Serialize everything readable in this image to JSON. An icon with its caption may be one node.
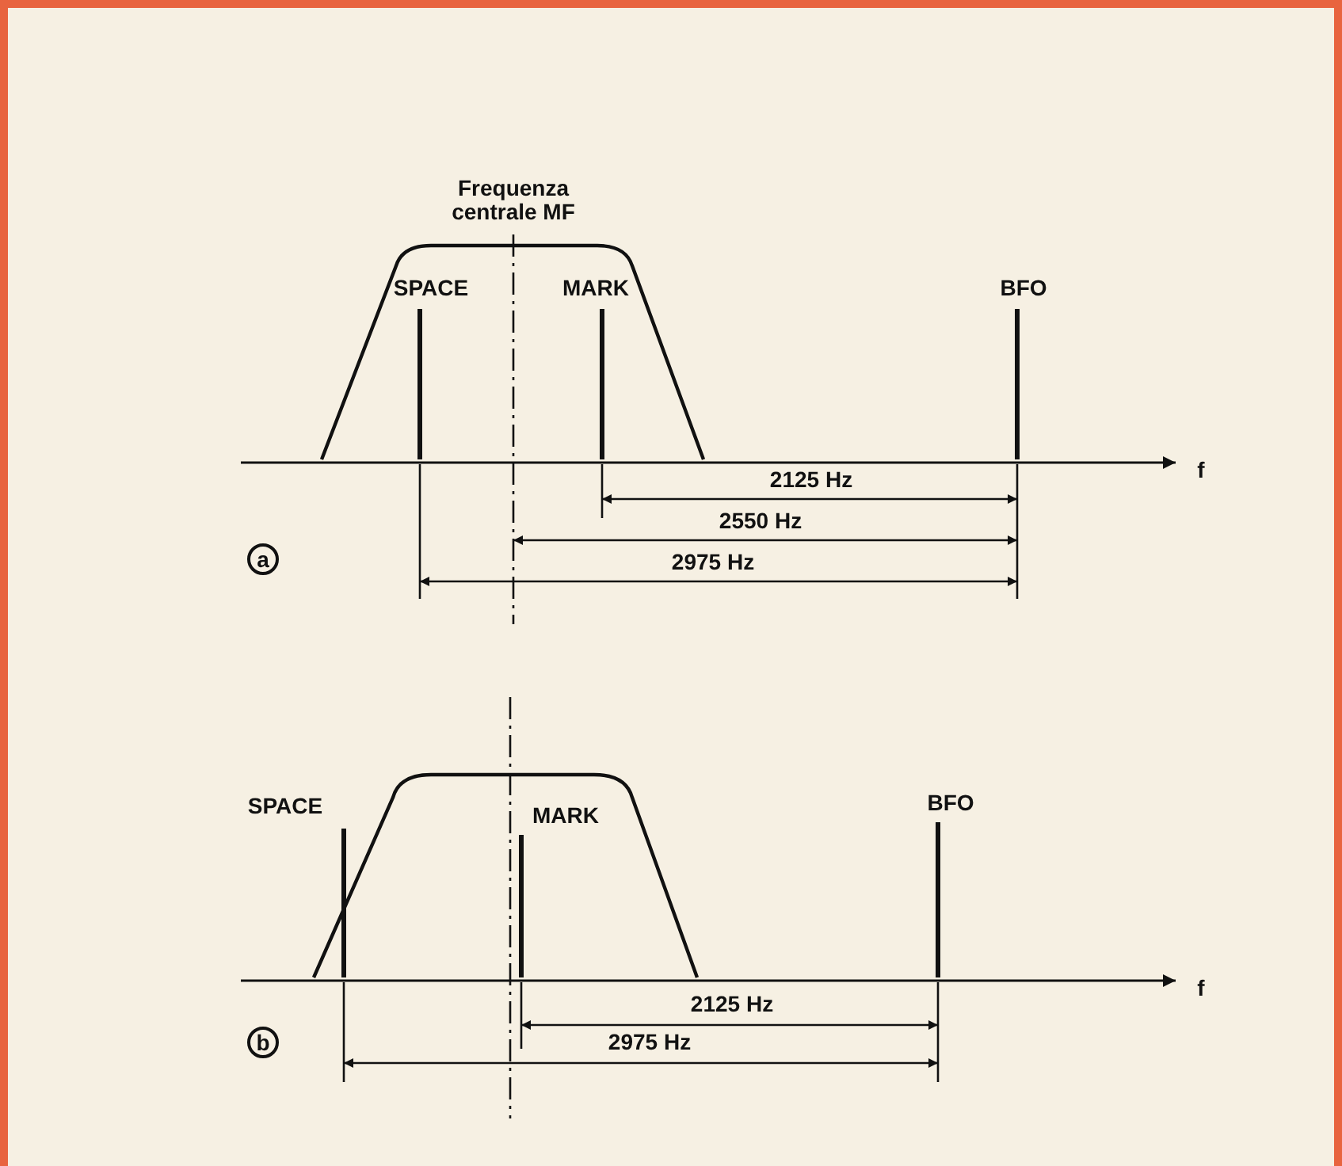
{
  "diagram": {
    "labels": [
      "Frequenza centrale MF",
      "SPACE",
      "MARK",
      "BFO",
      "f",
      "2125 Hz",
      "2550 Hz",
      "2975 Hz",
      "a",
      "SPACE",
      "MARK",
      "BFO",
      "f",
      "2125 Hz",
      "2975 Hz",
      "b"
    ]
  }
}
